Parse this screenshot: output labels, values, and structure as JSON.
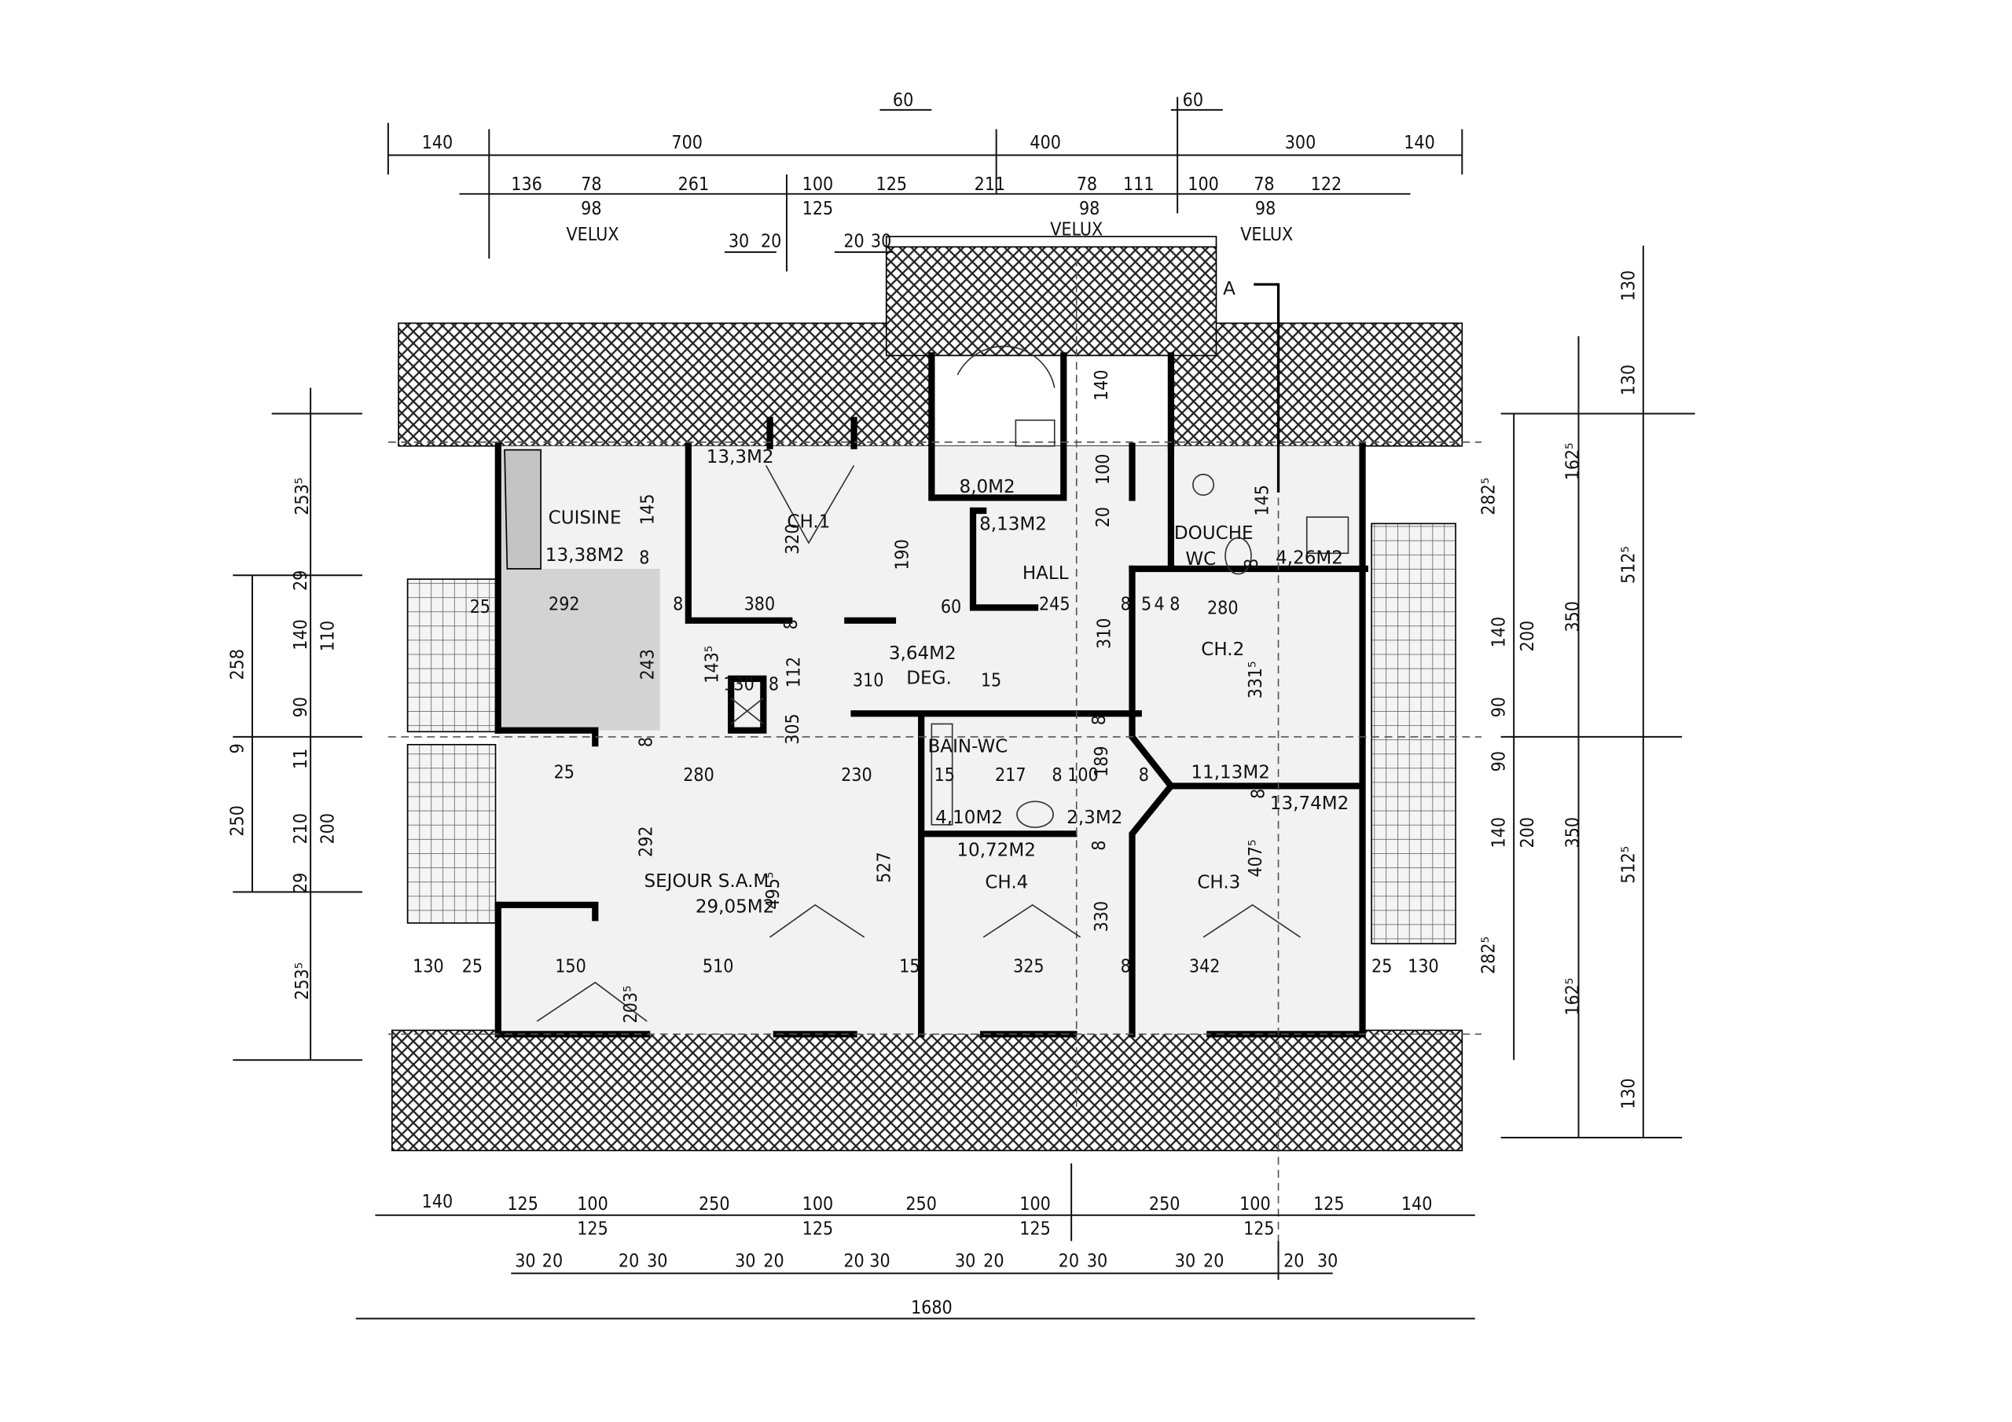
{
  "rooms": [
    {
      "name": "cuisine",
      "label": "CUISINE",
      "area": "13,38M2"
    },
    {
      "name": "ch1",
      "label": "CH.1",
      "area": "13,3M2"
    },
    {
      "name": "stair",
      "label": "",
      "area": "8,0M2"
    },
    {
      "name": "hall",
      "label": "HALL",
      "area": "8,13M2"
    },
    {
      "name": "douche",
      "label": "DOUCHE",
      "area": "4,26M2"
    },
    {
      "name": "wc",
      "label": "WC",
      "area": ""
    },
    {
      "name": "ch2",
      "label": "CH.2",
      "area": "11,13M2"
    },
    {
      "name": "deg",
      "label": "DEG.",
      "area": "3,64M2"
    },
    {
      "name": "bain",
      "label": "BAIN-WC",
      "area": "4,10M2"
    },
    {
      "name": "wc2",
      "label": "",
      "area": "2,3M2"
    },
    {
      "name": "ch3",
      "label": "CH.3",
      "area": "13,74M2"
    },
    {
      "name": "ch4",
      "label": "CH.4",
      "area": "10,72M2"
    },
    {
      "name": "sejour",
      "label": "SEJOUR  S.A.M",
      "area": "29,05M2"
    }
  ],
  "velux": [
    "VELUX",
    "VELUX",
    "VELUX"
  ],
  "section_marker": "A",
  "fill_color": "#d3d3d3",
  "dimensions": {
    "top": [
      "140",
      "700",
      "400",
      "300",
      "140",
      "60",
      "60",
      "136",
      "78",
      "98",
      "261",
      "100",
      "125",
      "125",
      "211",
      "78",
      "98",
      "111",
      "100",
      "78",
      "98",
      "122",
      "30",
      "20",
      "20",
      "30"
    ],
    "right": [
      "130",
      "130",
      "162⁵",
      "282⁵",
      "512⁵",
      "350",
      "140",
      "200",
      "90",
      "90",
      "140",
      "200",
      "350",
      "512⁵",
      "282⁵",
      "162⁵",
      "130"
    ],
    "left": [
      "253⁵",
      "29",
      "258",
      "140",
      "110",
      "90",
      "9",
      "11",
      "250",
      "210",
      "200",
      "29",
      "253⁵"
    ],
    "bottom": [
      "140",
      "125",
      "100",
      "125",
      "250",
      "100",
      "125",
      "250",
      "100",
      "125",
      "250",
      "100",
      "125",
      "125",
      "140",
      "30",
      "20",
      "20",
      "30",
      "30",
      "20",
      "20",
      "30",
      "30",
      "20",
      "20",
      "30",
      "30",
      "20",
      "20",
      "30",
      "1680"
    ],
    "interior": [
      "145",
      "8",
      "320",
      "190",
      "292",
      "380",
      "60",
      "8",
      "8",
      "245",
      "310",
      "8",
      "5",
      "4",
      "8",
      "280",
      "8",
      "331⁵",
      "243",
      "143⁵",
      "130",
      "8",
      "112",
      "310",
      "15",
      "305",
      "8",
      "25",
      "25",
      "280",
      "230",
      "15",
      "217",
      "8",
      "100",
      "189",
      "8",
      "8",
      "8",
      "8",
      "292",
      "495⁵",
      "527",
      "330",
      "407⁵",
      "130",
      "25",
      "150",
      "510",
      "15",
      "325",
      "8",
      "342",
      "25",
      "130",
      "203⁵",
      "100",
      "20",
      "145",
      "140"
    ]
  }
}
